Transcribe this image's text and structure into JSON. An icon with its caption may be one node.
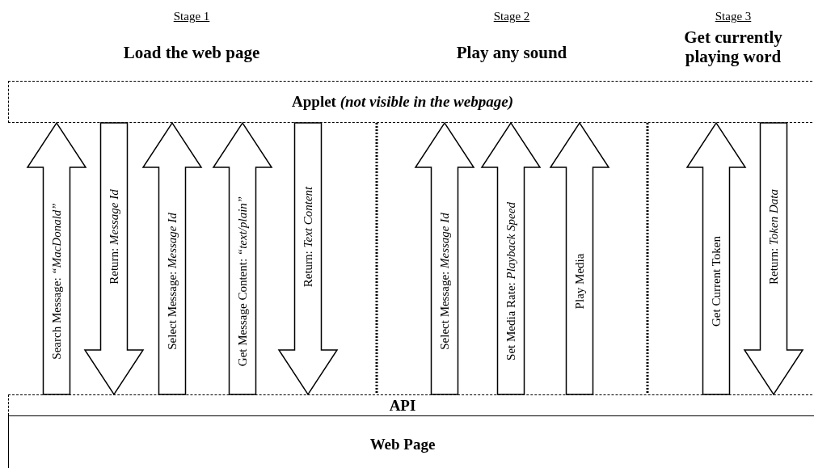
{
  "diagram": {
    "nodes": [
      {
        "text": [
          "**Applet** *(not visible in the webpage)*"
        ]
      },
      {
        "text": [
          "API"
        ]
      },
      {
        "text": [
          "Web Page"
        ]
      }
    ],
    "edges": [
      {
        "from": 1,
        "to": 0,
        "arrow": "to",
        "label": "Search Message: *“MacDonald”*"
      },
      {
        "from": 0,
        "to": 1,
        "arrow": "to",
        "label": "Return: *Message Id*"
      },
      {
        "from": 1,
        "to": 0,
        "arrow": "to",
        "label": "Select Message: *Message Id*"
      },
      {
        "from": 1,
        "to": 0,
        "arrow": "to",
        "label": "Get Message Content: *“text/plain”*"
      },
      {
        "from": 0,
        "to": 1,
        "arrow": "to",
        "label": "Return: *Text Content*"
      },
      {
        "from": 1,
        "to": 0,
        "arrow": "to",
        "label": "Select Message: *Message Id*"
      },
      {
        "from": 1,
        "to": 0,
        "arrow": "to",
        "label": "Set Media Rate: *Playback Speed*"
      },
      {
        "from": 1,
        "to": 0,
        "arrow": "to",
        "label": "Play Media"
      },
      {
        "from": 1,
        "to": 0,
        "arrow": "to",
        "label": "Get Current Token"
      },
      {
        "from": 0,
        "to": 1,
        "arrow": "to",
        "label": "Return: *Token Data*"
      }
    ],
    "labels": [
      "Stage 1",
      "Stage 2",
      "Stage 3",
      "Load the web page",
      "Play any sound",
      "Get currently playing word"
    ]
  }
}
